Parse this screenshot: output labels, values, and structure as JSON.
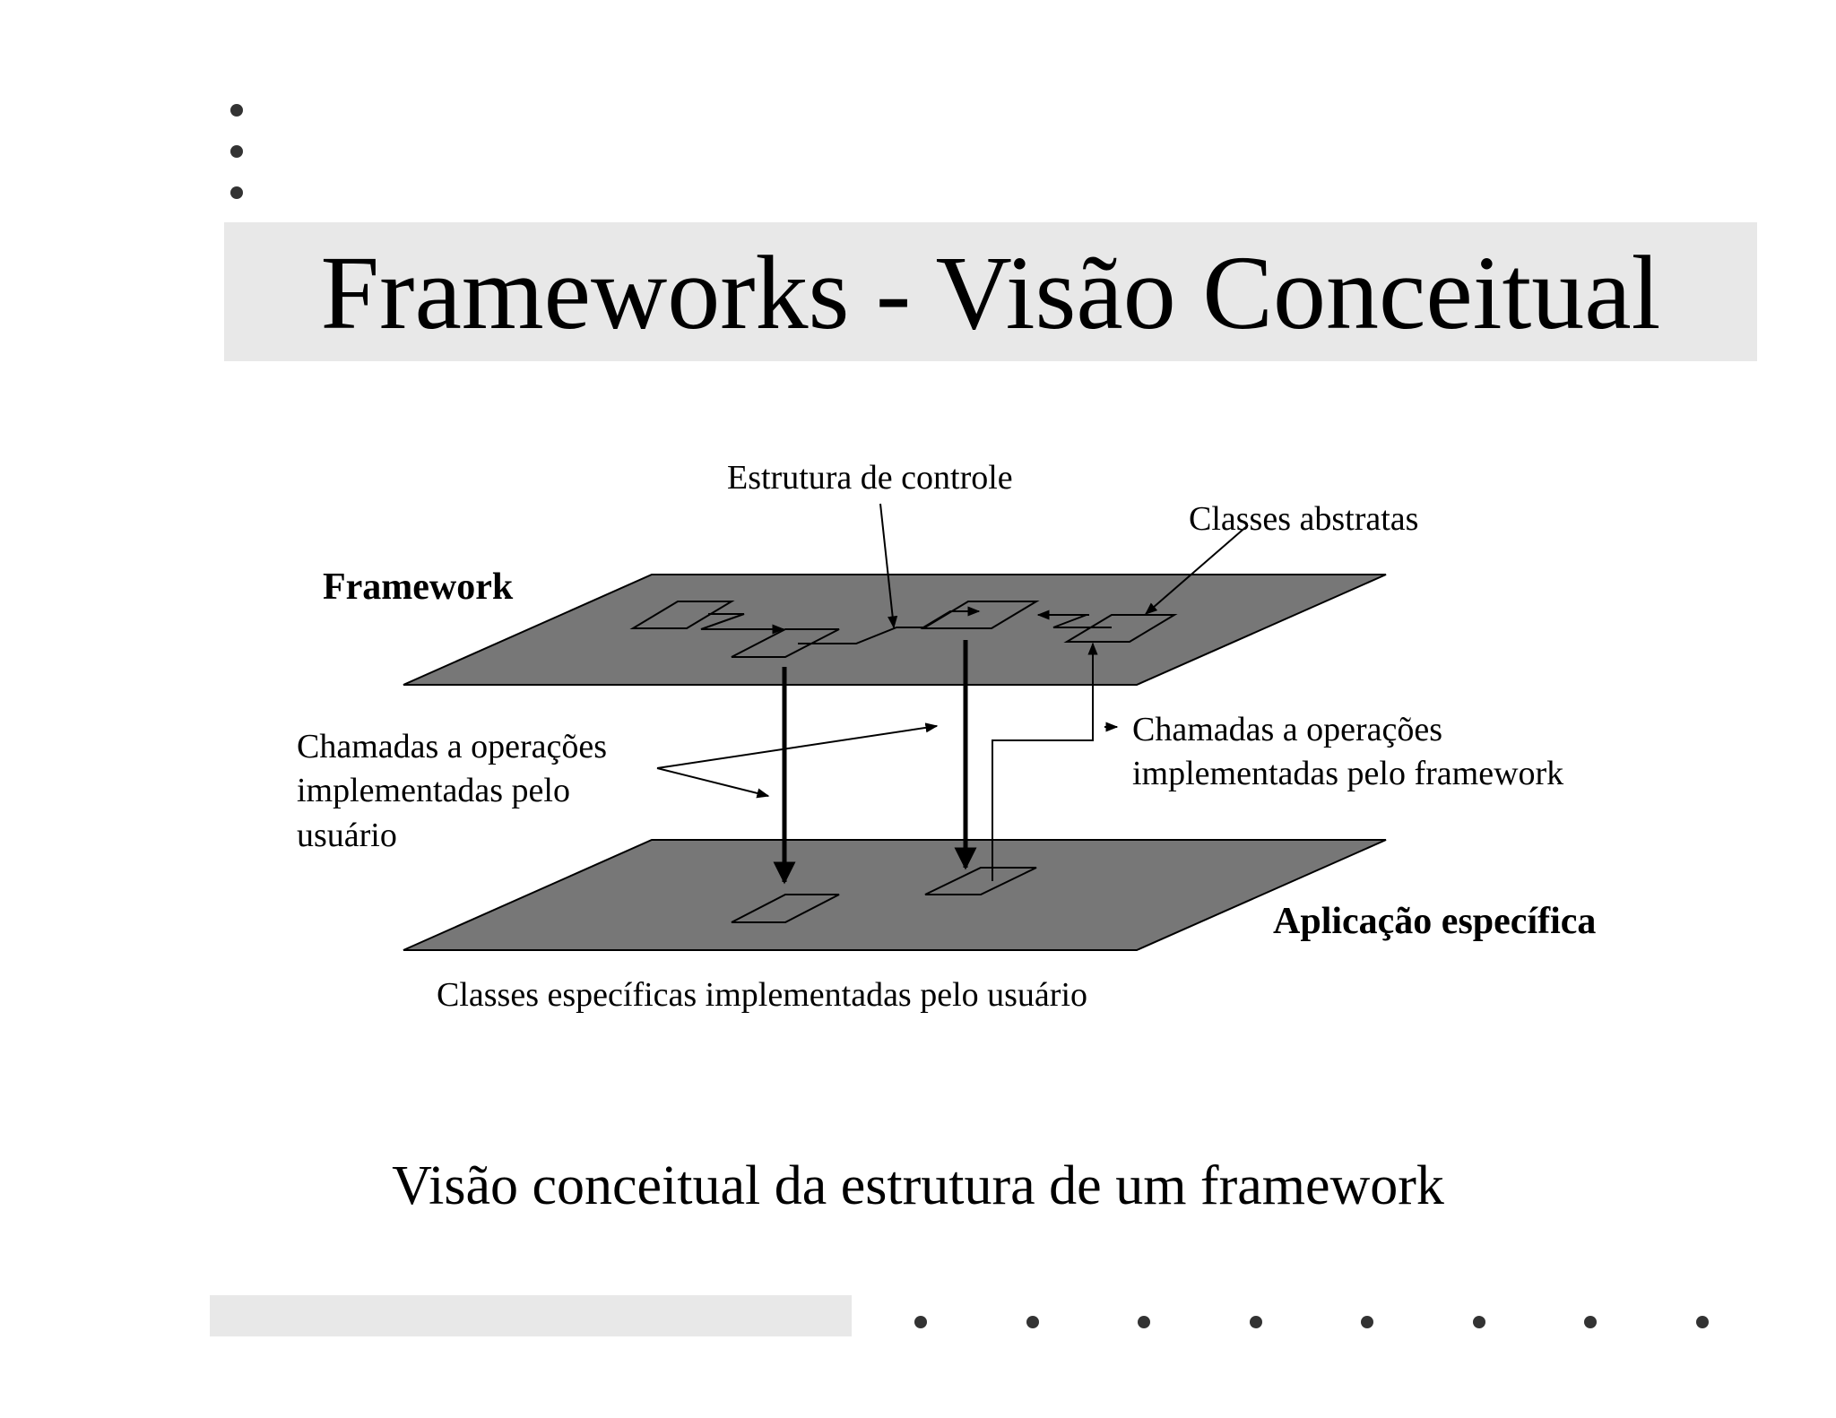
{
  "slide": {
    "title": "Frameworks - Visão Conceitual",
    "caption": "Visão conceitual da estrutura de um framework"
  },
  "diagram": {
    "framework_label": "Framework",
    "application_label": "Aplicação específica",
    "control_structure_label": "Estrutura de controle",
    "abstract_classes_label": "Classes abstratas",
    "user_calls_label": [
      "Chamadas a operações",
      "implementadas pelo",
      "usuário"
    ],
    "framework_calls_label": [
      "Chamadas a operações",
      "implementadas pelo framework"
    ],
    "specific_classes_label": "Classes específicas implementadas pelo usuário"
  },
  "colors": {
    "plane_fill": "#777777",
    "band_fill": "#e8e8e8",
    "dot": "#333333"
  }
}
